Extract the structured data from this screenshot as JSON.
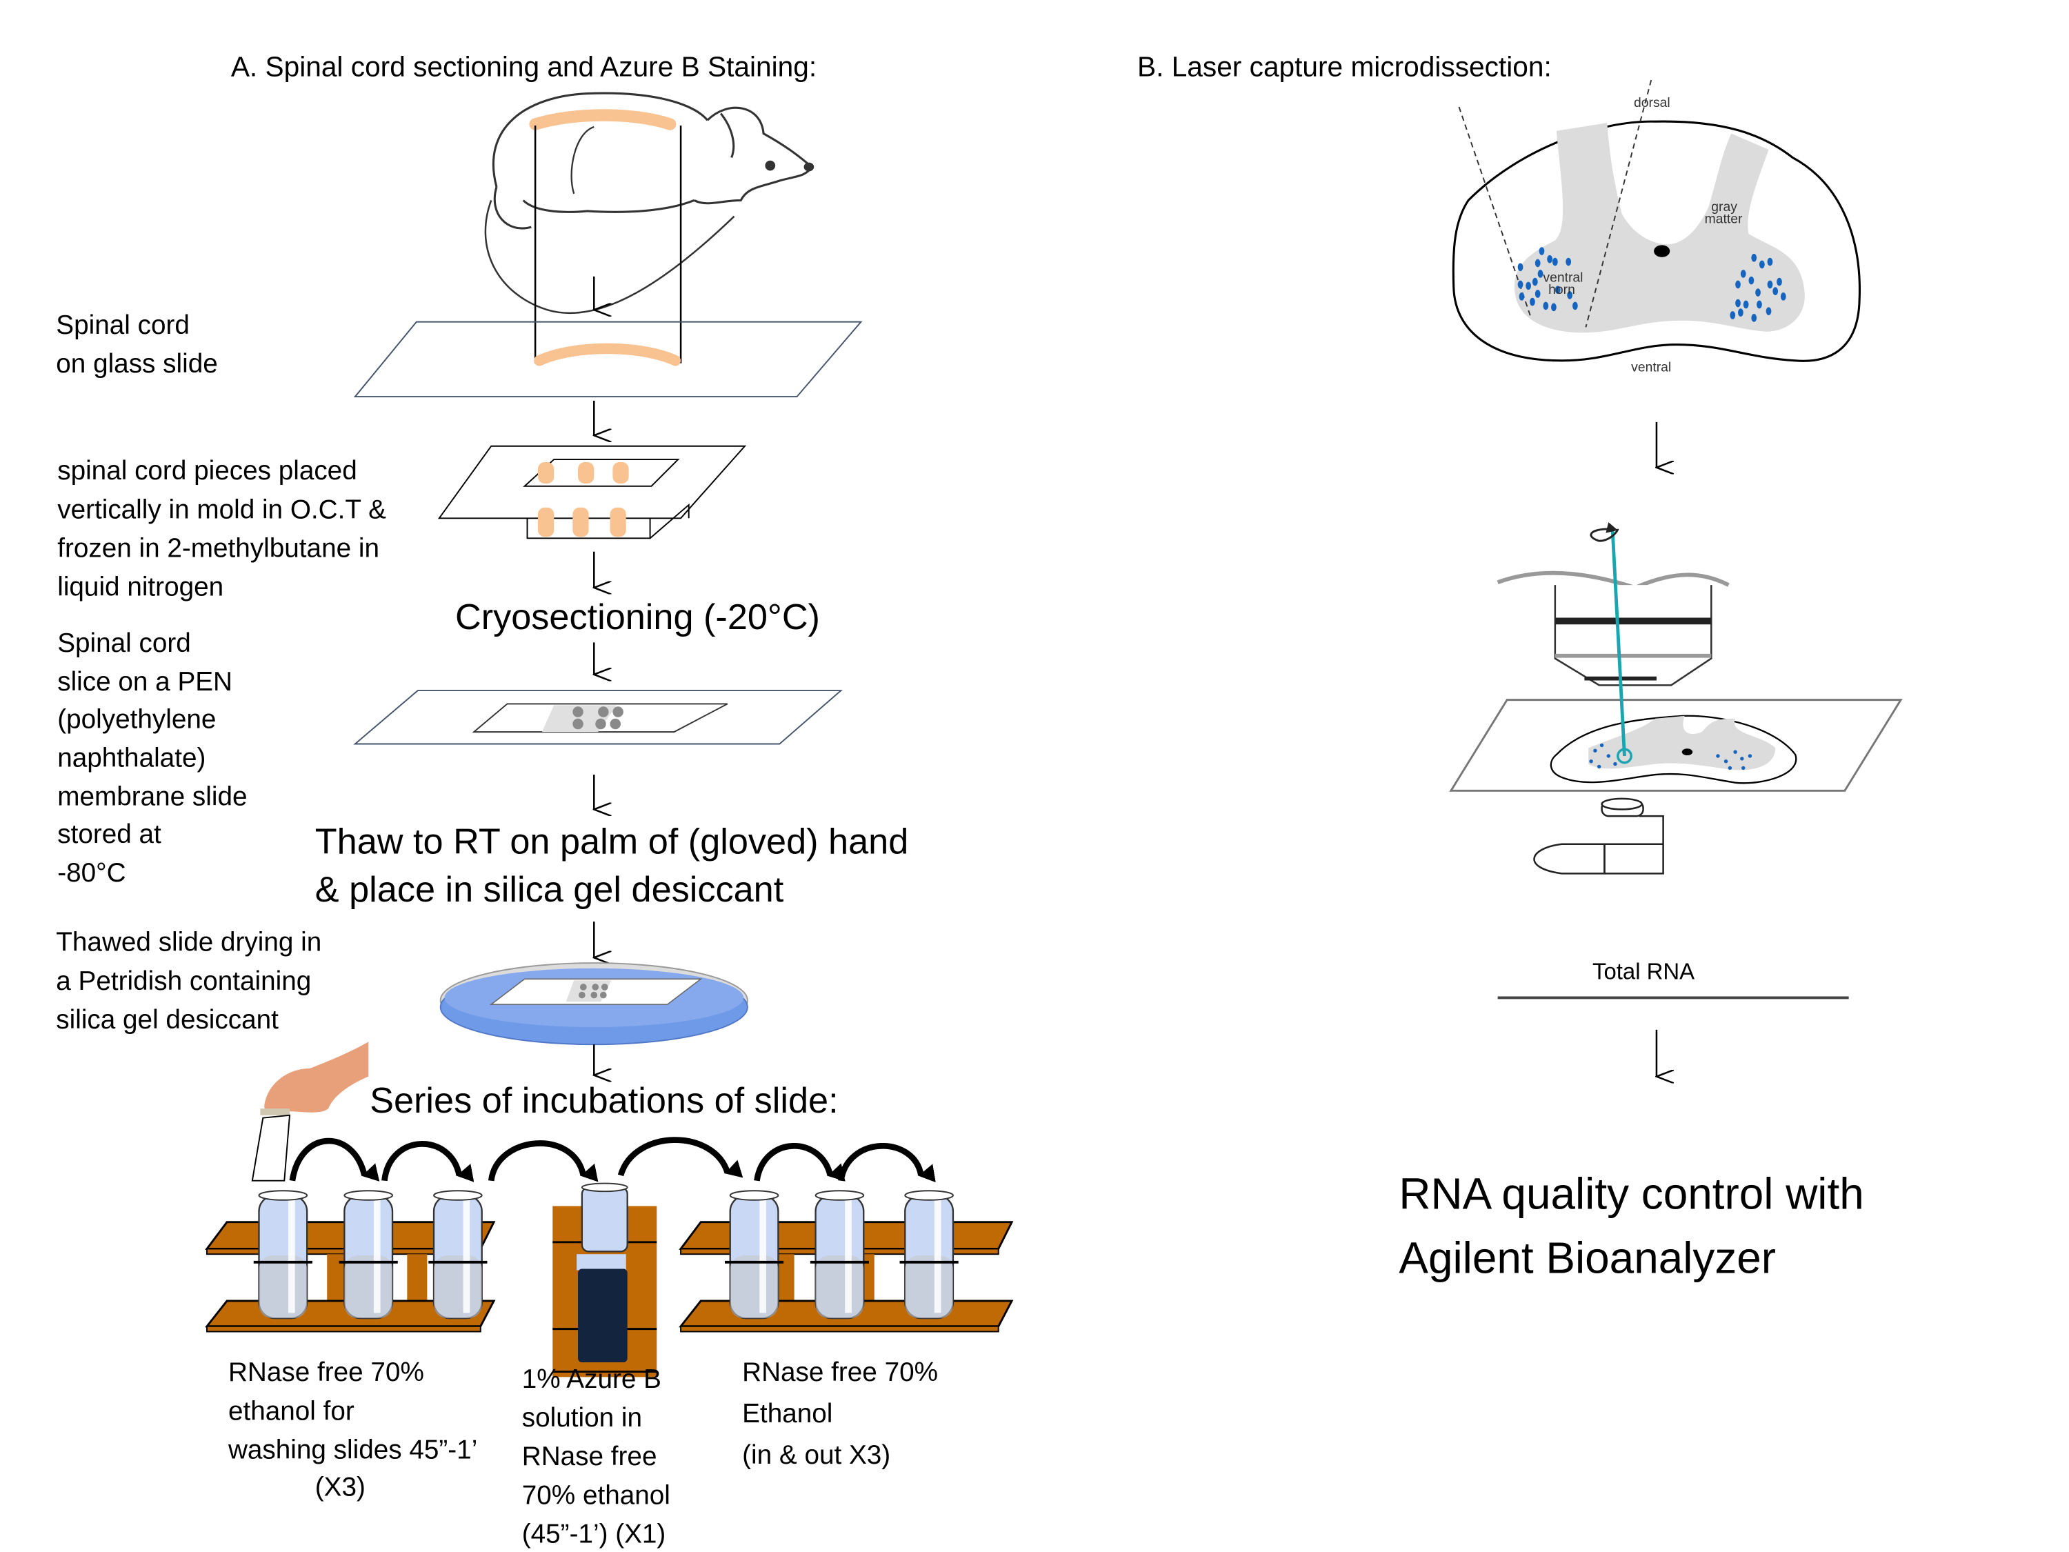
{
  "panel_a": {
    "title": "A. Spinal cord sectioning  and Azure B Staining:",
    "labels": {
      "glass_slide": [
        "Spinal cord",
        "on glass slide"
      ],
      "mold": [
        "spinal cord pieces placed",
        "vertically in mold in O.C.T &",
        "frozen in 2-methylbutane in",
        "liquid nitrogen"
      ],
      "pen_slide": [
        "Spinal cord",
        "slice on a PEN",
        "(polyethylene",
        "naphthalate)",
        "membrane slide",
        "stored at",
        "-80°C"
      ],
      "petri": [
        "Thawed slide drying in",
        "a Petridish containing",
        "silica gel desiccant"
      ]
    },
    "steps": {
      "cryo": "Cryosectioning (-20°C)",
      "thaw": [
        "Thaw to RT on palm of (gloved) hand",
        "& place in silica gel desiccant"
      ],
      "series": "Series of incubations of slide:"
    },
    "racks": {
      "left": [
        "RNase free 70%",
        "ethanol for",
        "washing slides 45”-1’",
        "(X3)"
      ],
      "middle": [
        "1% Azure B",
        "solution in",
        "RNase free",
        "70% ethanol",
        "(45”-1’) (X1)"
      ],
      "right": [
        "RNase free 70%",
        "Ethanol",
        "(in & out X3)"
      ]
    }
  },
  "panel_b": {
    "title": "B. Laser capture microdissection:",
    "cord_labels": {
      "dorsal": "dorsal",
      "ventral": "ventral",
      "gray_matter": [
        "gray",
        "matter"
      ],
      "ventral_horn": [
        "ventral",
        "horn"
      ]
    },
    "total_rna": "Total RNA",
    "qc": [
      "RNA quality control with",
      "Agilent Bioanalyzer"
    ]
  },
  "colors": {
    "spinal_cord": "#f8c291",
    "rack_wood": "#c06a05",
    "azure_solution": "#13243f",
    "petri_blue": "#6f9ae8",
    "laser": "#1aa5b0",
    "neuron": "#1565c0",
    "gray_matter": "#dcdcdc",
    "tube_liquid": "#c9d9f5"
  }
}
